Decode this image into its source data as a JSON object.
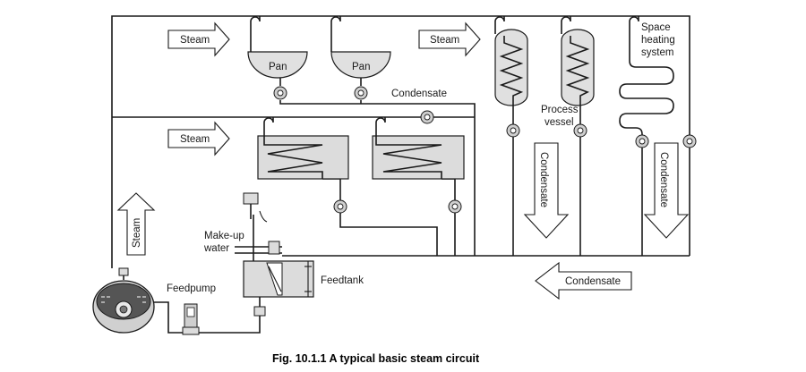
{
  "labels": {
    "steam_top_left": "Steam",
    "steam_top_mid": "Steam",
    "steam_mid_left": "Steam",
    "steam_vertical": "Steam",
    "pan_1": "Pan",
    "pan_2": "Pan",
    "condensate_top": "Condensate",
    "process_vessel": [
      "Process",
      "vessel"
    ],
    "space_heating": [
      "Space",
      "heating",
      "system"
    ],
    "condensate_vertical_1": "Condensate",
    "condensate_vertical_2": "Condensate",
    "condensate_return": "Condensate",
    "make_up_water": [
      "Make-up",
      "water"
    ],
    "feedtank": "Feedtank",
    "feedpump": "Feedpump"
  },
  "caption": "Fig. 10.1.1  A typical basic steam circuit"
}
